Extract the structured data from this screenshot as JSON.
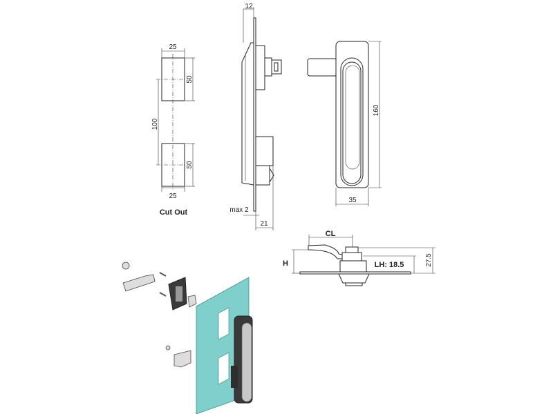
{
  "cutout": {
    "width_top": "25",
    "height_top": "50",
    "spacing": "100",
    "height_bottom": "50",
    "width_bottom": "25",
    "caption": "Cut Out"
  },
  "side_view": {
    "depth_front": "12",
    "panel_thickness": "max 2",
    "depth_back": "21"
  },
  "front_view": {
    "height": "160",
    "width": "35"
  },
  "section_view": {
    "cl_label": "CL",
    "h_label": "H",
    "lh_label": "LH: 18.5",
    "total_height": "27.5"
  },
  "colors": {
    "glass": "#7fcfcc",
    "handle": "#3a3a3a"
  }
}
